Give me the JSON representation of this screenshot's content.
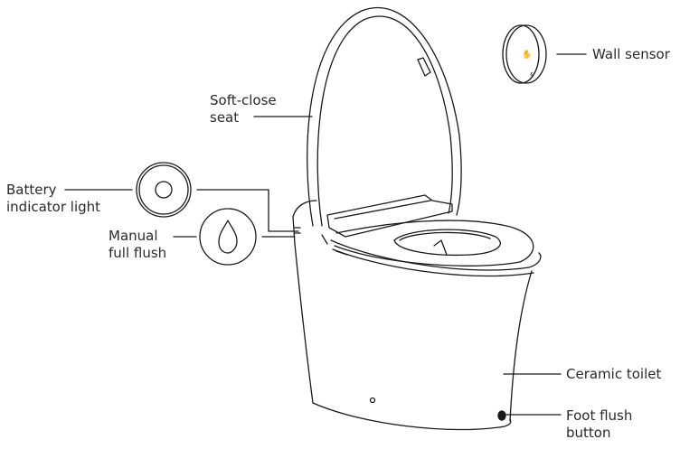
{
  "diagram": {
    "type": "product-callout-illustration",
    "subject": "smart toilet",
    "line_color": "#1a1a1a",
    "background": "#ffffff",
    "labels": {
      "wall_sensor": "Wall sensor",
      "soft_close_line1": "Soft-close",
      "soft_close_line2": "seat",
      "battery_line1": "Battery",
      "battery_line2": "indicator light",
      "manual_line1": "Manual",
      "manual_line2": "full flush",
      "ceramic": "Ceramic toilet",
      "foot_line1": "Foot flush",
      "foot_line2": "button"
    }
  }
}
